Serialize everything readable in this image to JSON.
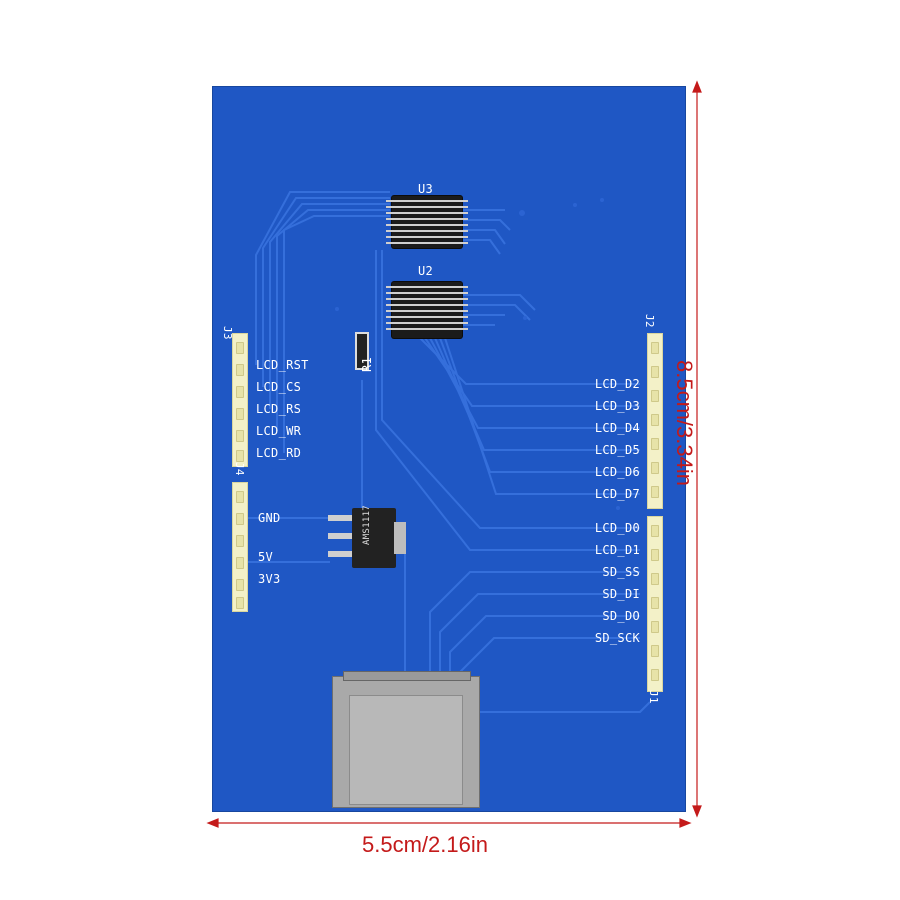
{
  "dimensions": {
    "height_label": "8.5cm/3.34in",
    "width_label": "5.5cm/2.16in"
  },
  "components": {
    "u3": "U3",
    "u2": "U2",
    "r1": "R1",
    "regulator_marking": "AMS1117",
    "j1": "J1",
    "j2": "J2",
    "j3": "J3",
    "j4": "J4"
  },
  "left_labels_j3": [
    "LCD_RST",
    "LCD_CS",
    "LCD_RS",
    "LCD_WR",
    "LCD_RD"
  ],
  "left_labels_j4": [
    "GND",
    "5V",
    "3V3"
  ],
  "right_labels_j2": [
    "LCD_D2",
    "LCD_D3",
    "LCD_D4",
    "LCD_D5",
    "LCD_D6",
    "LCD_D7"
  ],
  "right_labels_j1": [
    "LCD_D0",
    "LCD_D1",
    "SD_SS",
    "SD_DI",
    "SD_DO",
    "SD_SCK"
  ],
  "colors": {
    "pcb": "#1f57c4",
    "trace": "#2d67d6",
    "measure": "#c41a1a",
    "header": "#f3f1c8"
  }
}
